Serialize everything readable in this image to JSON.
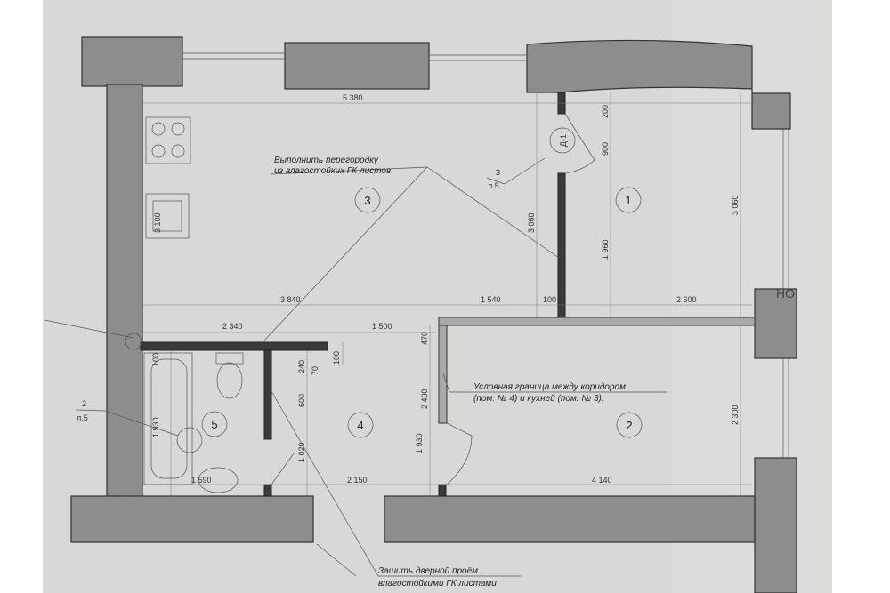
{
  "notes": {
    "partition_line1": "Выполнить перегородку",
    "partition_line2": "из влагостойких ГК листов",
    "boundary_line1": "Условная граница между коридором",
    "boundary_line2": "(пом. № 4) и кухней (пом. № 3).",
    "doorway_line1": "Зашить дверной проём",
    "doorway_line2": "влагостойкими ГК листами"
  },
  "rooms": [
    "1",
    "2",
    "3",
    "4",
    "5"
  ],
  "door_tag": "Д-1",
  "refs": {
    "ref1_num": "3",
    "ref1_sheet": "л.5",
    "ref2_num": "2",
    "ref2_sheet": "л.5"
  },
  "dimensions": {
    "top_width": "5 380",
    "d200": "200",
    "d900": "900",
    "d3060a": "3 060",
    "d1960": "1 960",
    "d3060b": "3 060",
    "d3840": "3 840",
    "d1540": "1 540",
    "d100a": "100",
    "d2600": "2 600",
    "d2340": "2 340",
    "d1500": "1 500",
    "d470": "470",
    "d100b": "100",
    "d240": "240",
    "d70": "70",
    "d100c": "100",
    "d600": "600",
    "d1930a": "1 930",
    "d1020": "1 020",
    "d2400": "2 400",
    "d1930b": "1 930",
    "d2300": "2 300",
    "d1590": "1 590",
    "d2150": "2 150",
    "d4140": "4 140",
    "d3100": "3 100"
  },
  "watermark": "НО"
}
